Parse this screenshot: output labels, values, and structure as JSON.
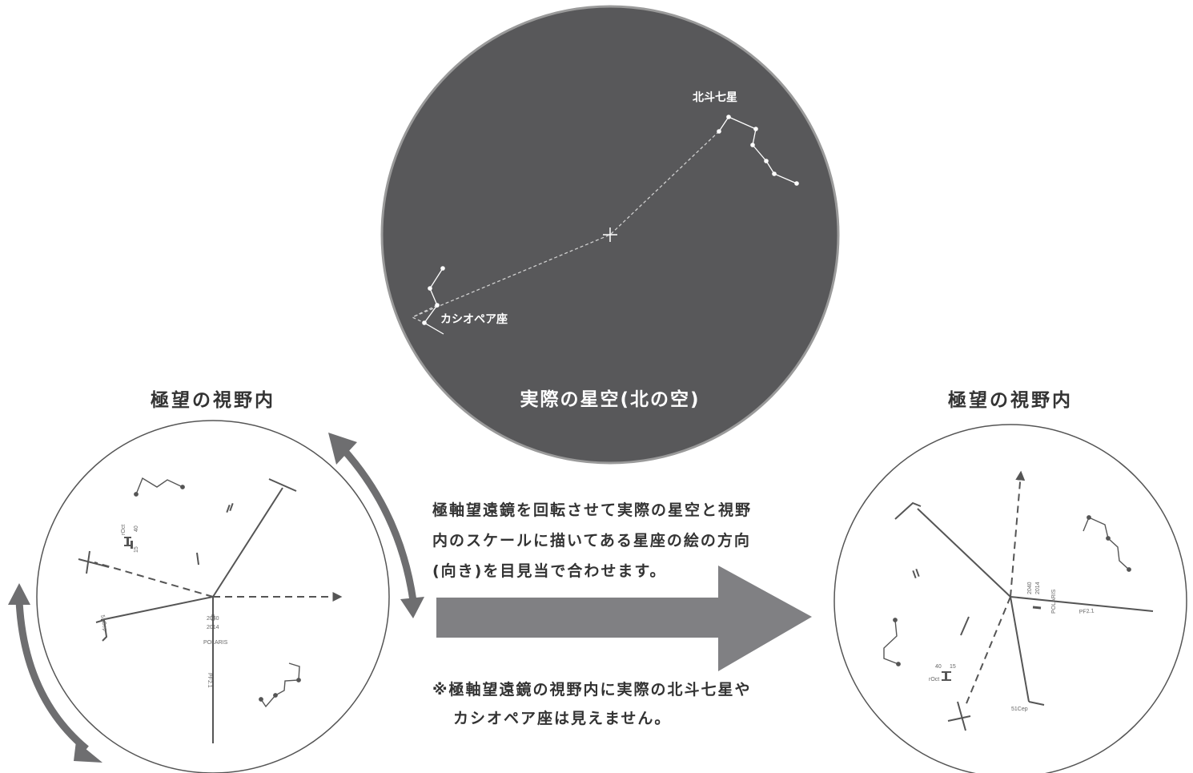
{
  "sky": {
    "title": "実際の星空(北の空)",
    "big_dipper_label": "北斗七星",
    "cassiopeia_label": "カシオペア座"
  },
  "left_scope": {
    "title": "極望の視野内",
    "labels": {
      "cep": "51Cep",
      "polaris": "POLARIS",
      "year1": "2040",
      "year2": "2014",
      "pf": "PF2.1",
      "roct": "rOct",
      "n40": "40",
      "n15": "15"
    }
  },
  "right_scope": {
    "title": "極望の視野内",
    "labels": {
      "cep": "51Cep",
      "polaris": "POLARIS",
      "year1": "2040",
      "year2": "2014",
      "pf": "PF2.1",
      "roct": "rOct",
      "n40": "40",
      "n15": "15"
    }
  },
  "description": {
    "line1": "極軸望遠鏡を回転させて実際の星空と視野",
    "line2": "内のスケールに描いてある星座の絵の方向",
    "line3": "(向き)を目見当で合わせます。"
  },
  "note": {
    "line1": "※極軸望遠鏡の視野内に実際の北斗七星や",
    "line2": "カシオペア座は見えません。"
  },
  "colors": {
    "sky_fill": "#58585a",
    "arrow": "#808083",
    "rotate_arrow": "#6e6e70",
    "scope_line": "#555555"
  }
}
